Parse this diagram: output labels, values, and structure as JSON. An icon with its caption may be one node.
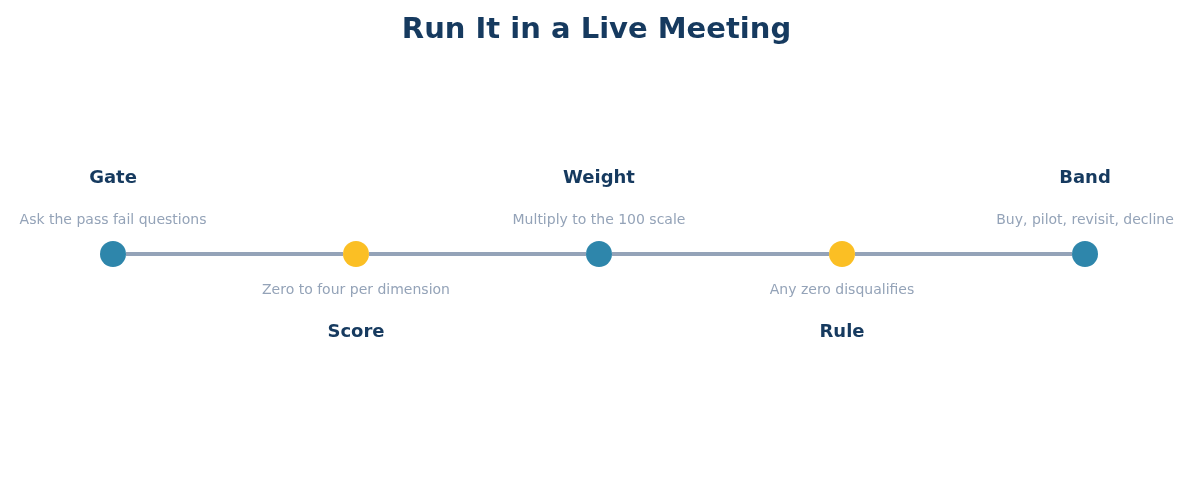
{
  "diagram": {
    "title": "Run It in a Live Meeting",
    "nodes": [
      {
        "text": [
          "Gate",
          "Ask the pass fail questions"
        ]
      },
      {
        "text": [
          "Zero to four per dimension",
          "Score"
        ]
      },
      {
        "text": [
          "Weight",
          "Multiply to the 100 scale"
        ]
      },
      {
        "text": [
          "Any zero disqualifies",
          "Rule"
        ]
      },
      {
        "text": [
          "Band",
          "Buy, pilot, revisit, decline"
        ]
      }
    ],
    "edges": [
      {
        "from": 0,
        "to": 1,
        "arrow": "none"
      },
      {
        "from": 1,
        "to": 2,
        "arrow": "none"
      },
      {
        "from": 2,
        "to": 3,
        "arrow": "none"
      },
      {
        "from": 3,
        "to": 4,
        "arrow": "none"
      }
    ]
  }
}
